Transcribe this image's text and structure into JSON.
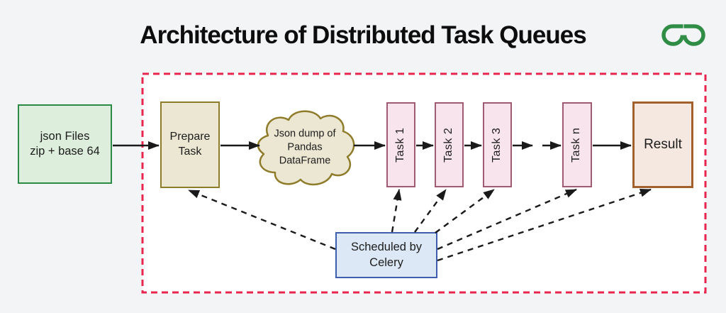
{
  "title": "Architecture of Distributed Task Queues",
  "logo": {
    "name": "geeksforgeeks-logo",
    "color": "#2f8d46"
  },
  "colors": {
    "background": "#f3f4f6",
    "diagram_background": "#ffffff",
    "dashed_boundary": "#e8254e",
    "input_fill": "#ddefdc",
    "input_border": "#2c8a47",
    "process_fill": "#ece7d3",
    "process_border": "#8f7c2b",
    "task_fill": "#f8e4ec",
    "task_border": "#9f5b72",
    "result_fill": "#f4e8e0",
    "result_border": "#a2602c",
    "scheduler_fill": "#dce8f6",
    "scheduler_border": "#3f5fae",
    "arrow": "#1a1a1a"
  },
  "nodes": {
    "input": {
      "line1": "json Files",
      "line2": "zip + base 64"
    },
    "prepare": {
      "line1": "Prepare",
      "line2": "Task"
    },
    "cloud": {
      "line1": "Json dump of",
      "line2": "Pandas",
      "line3": "DataFrame"
    },
    "tasks": [
      "Task 1",
      "Task 2",
      "Task 3",
      "Task n"
    ],
    "result": {
      "label": "Result"
    },
    "scheduler": {
      "line1": "Scheduled by",
      "line2": "Celery"
    }
  }
}
